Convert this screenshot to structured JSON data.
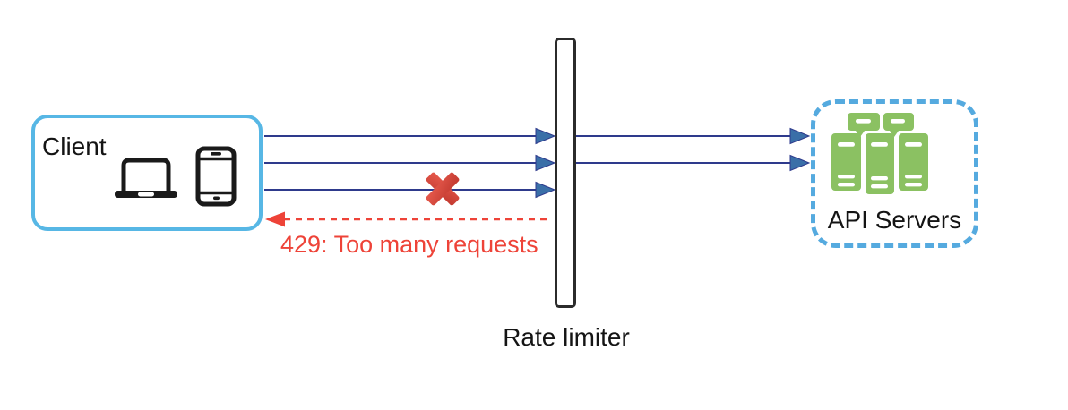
{
  "client": {
    "label": "Client",
    "icons": [
      "laptop-icon",
      "smartphone-icon"
    ]
  },
  "rate_limiter": {
    "label": "Rate limiter"
  },
  "api_servers": {
    "label": "API Servers",
    "icon": "server-rack-icon",
    "rack_count": 3
  },
  "flows": {
    "client_to_limiter_arrows": 3,
    "limiter_to_servers_arrows": 2,
    "rejected": {
      "label": "429: Too many requests",
      "icon": "rejected-x-icon"
    }
  },
  "colors": {
    "client_border": "#57b7e5",
    "api_border": "#55aadf",
    "server_green": "#8bc162",
    "arrow_line": "#2e3a8c",
    "arrow_head": "#3a6fa8",
    "error_red": "#ee4338",
    "bar_stroke": "#2b2b2b",
    "text": "#141414"
  }
}
